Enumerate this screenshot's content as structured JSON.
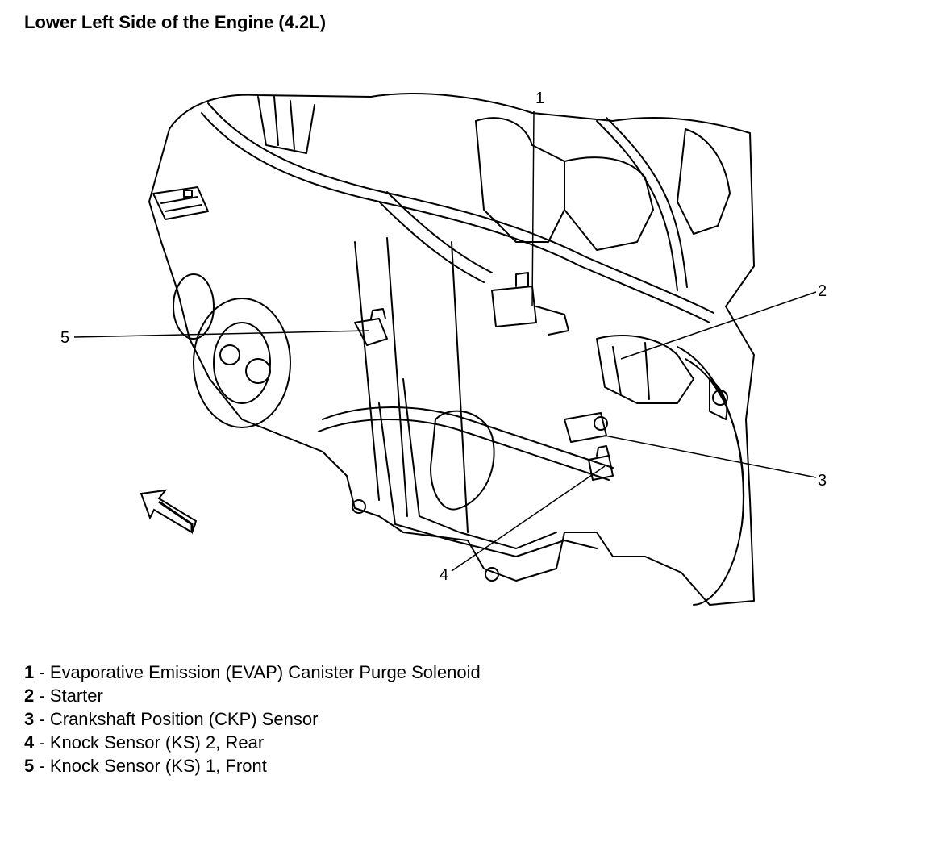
{
  "title": "Lower Left Side of the Engine (4.2L)",
  "callouts": [
    {
      "num": "1",
      "label": "Evaporative Emission (EVAP) Canister Purge Solenoid"
    },
    {
      "num": "2",
      "label": "Starter"
    },
    {
      "num": "3",
      "label": "Crankshaft Position (CKP) Sensor"
    },
    {
      "num": "4",
      "label": "Knock Sensor (KS) 2, Rear"
    },
    {
      "num": "5",
      "label": "Knock Sensor (KS) 1, Front"
    }
  ],
  "separator": " - ",
  "colors": {
    "line": "#000000",
    "background": "#ffffff"
  },
  "icons": {
    "direction": "front-arrow-icon"
  }
}
